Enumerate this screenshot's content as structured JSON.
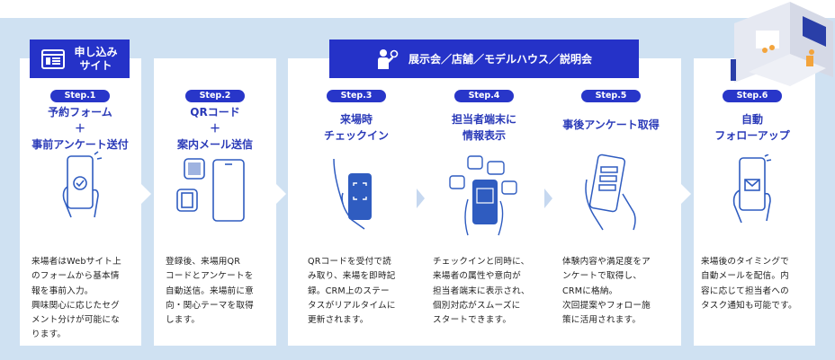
{
  "banners": {
    "online": "申し込み\nサイト",
    "venue": "展示会／店舗／モデルハウス／説明会"
  },
  "steps": [
    {
      "label": "Step.1",
      "title": "予約フォーム\n＋\n事前アンケート送付",
      "desc": "来場者はWebサイト上\nのフォームから基本情\n報を事前入力。\n興味関心に応じたセグ\nメント分けが可能にな\nります。"
    },
    {
      "label": "Step.2",
      "title": "QRコード\n＋\n案内メール送信",
      "desc": "登録後、来場用QR\nコードとアンケートを\n自動送信。来場前に意\n向・関心テーマを取得\nします。"
    },
    {
      "label": "Step.3",
      "title": "来場時\nチェックイン",
      "desc": "QRコードを受付で読\nみ取り、来場を即時記\n録。CRM上のステー\nタスがリアルタイムに\n更新されます。"
    },
    {
      "label": "Step.4",
      "title": "担当者端末に\n情報表示",
      "desc": "チェックインと同時に、\n来場者の属性や意向が\n担当者端末に表示され、\n個別対応がスムーズに\nスタートできます。"
    },
    {
      "label": "Step.5",
      "title": "事後アンケート取得",
      "desc": "体験内容や満足度をア\nンケートで取得し、\nCRMに格納。\n次回提案やフォロー施\n策に活用されます。"
    },
    {
      "label": "Step.6",
      "title": "自動\nフォローアップ",
      "desc": "来場後のタイミングで\n自動メールを配信。内\n容に応じて担当者への\nタスク通知も可能です。"
    }
  ],
  "colors": {
    "primary": "#2532c8",
    "background": "#cfe1f2",
    "icon": "#2f5cc0"
  }
}
